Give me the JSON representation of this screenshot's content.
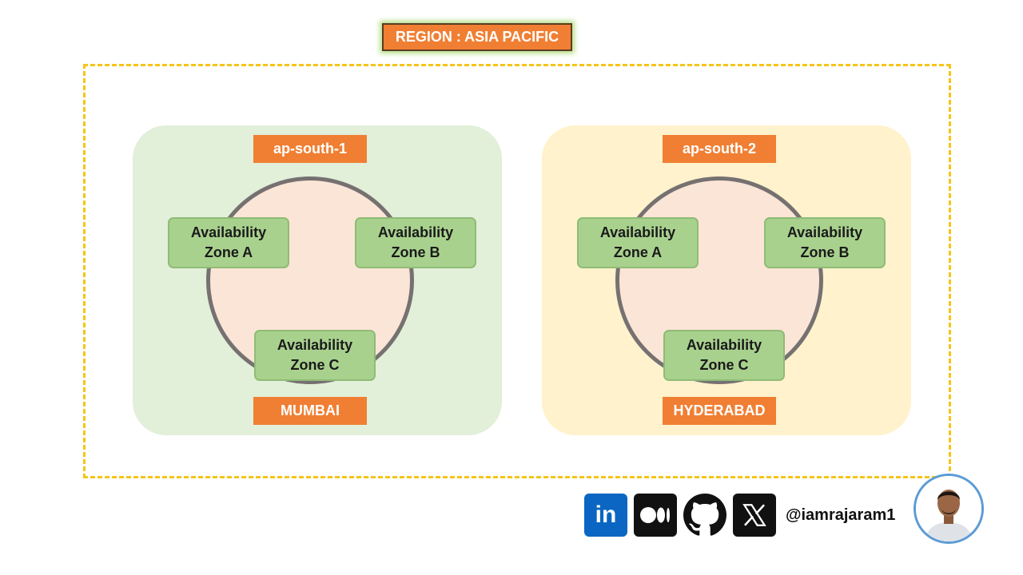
{
  "region": {
    "label": "REGION : ASIA PACIFIC",
    "border_color": "#f5c518",
    "label_color": "#f07f33"
  },
  "regions": [
    {
      "code": "ap-south-1",
      "city": "MUMBAI",
      "panel_color": "#e2efd9",
      "zones": [
        {
          "line1": "Availability",
          "line2": "Zone A"
        },
        {
          "line1": "Availability",
          "line2": "Zone B"
        },
        {
          "line1": "Availability",
          "line2": "Zone C"
        }
      ]
    },
    {
      "code": "ap-south-2",
      "city": "HYDERABAD",
      "panel_color": "#fff2cc",
      "zones": [
        {
          "line1": "Availability",
          "line2": "Zone A"
        },
        {
          "line1": "Availability",
          "line2": "Zone B"
        },
        {
          "line1": "Availability",
          "line2": "Zone C"
        }
      ]
    }
  ],
  "footer": {
    "social_icons": [
      "linkedin-icon",
      "medium-icon",
      "github-icon",
      "x-icon"
    ],
    "linkedin_text": "in",
    "handle": "@iamrajaram1"
  }
}
